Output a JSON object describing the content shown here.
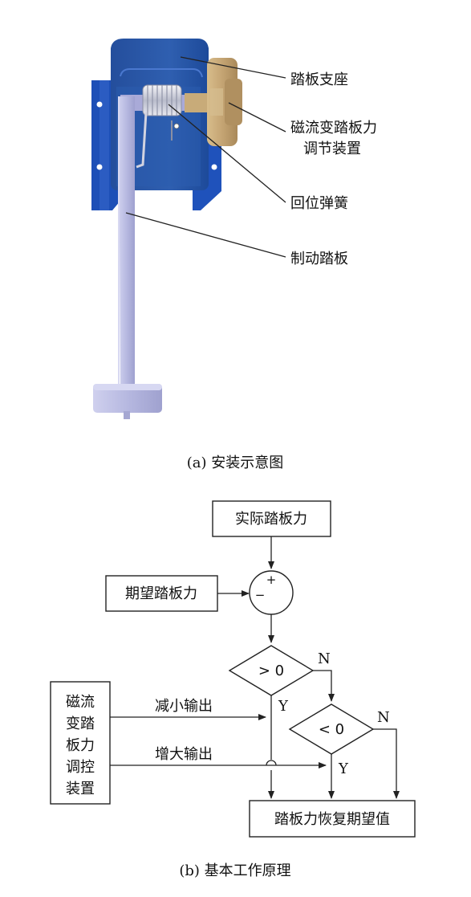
{
  "part_a": {
    "labels": {
      "pedal_support": "踏板支座",
      "mr_device_line1": "磁流变踏板力",
      "mr_device_line2": "调节装置",
      "return_spring": "回位弹簧",
      "brake_pedal": "制动踏板"
    },
    "caption": "(a)  安装示意图",
    "colors": {
      "housing": "#2f5aa8",
      "bracket": "#1f50b8",
      "pedal": "#b9bbe2",
      "damper": "#c6a877"
    }
  },
  "part_b": {
    "nodes": {
      "actual_force": "实际踏板力",
      "desired_force": "期望踏板力",
      "plus": "+",
      "minus": "−",
      "gt_zero": "> 0",
      "lt_zero": "< 0",
      "controller": [
        "磁流",
        "变踏",
        "板力",
        "调控",
        "装置"
      ],
      "result": "踏板力恢复期望值"
    },
    "edge_labels": {
      "n1": "N",
      "y1": "Y",
      "n2": "N",
      "y2": "Y",
      "decrease": "减小输出",
      "increase": "增大输出"
    },
    "caption": "(b)  基本工作原理"
  }
}
